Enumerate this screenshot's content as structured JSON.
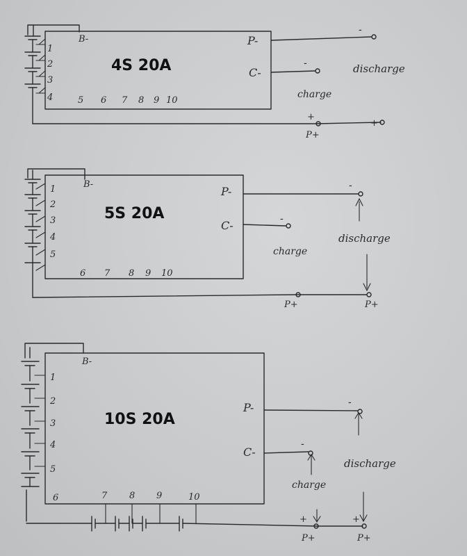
{
  "diagrams": [
    {
      "title": "4S 20A",
      "b_label": "B-",
      "p_minus_label": "P-",
      "c_minus_label": "C-",
      "cell_numbers": [
        "1",
        "2",
        "3",
        "4"
      ],
      "pad_numbers": [
        "5",
        "6",
        "7",
        "8",
        "9",
        "10"
      ],
      "discharge_label": "discharge",
      "charge_label": "charge",
      "minus_sign": "-",
      "plus_sign": "+",
      "p_plus_label": "P+"
    },
    {
      "title": "5S 20A",
      "b_label": "B-",
      "p_minus_label": "P-",
      "c_minus_label": "C-",
      "cell_numbers": [
        "1",
        "2",
        "3",
        "4",
        "5"
      ],
      "pad_numbers": [
        "6",
        "7",
        "8",
        "9",
        "10"
      ],
      "discharge_label": "discharge",
      "charge_label": "charge",
      "minus_sign": "-",
      "p_plus_label": "P+"
    },
    {
      "title": "10S 20A",
      "b_label": "B-",
      "p_minus_label": "P-",
      "c_minus_label": "C-",
      "cell_numbers": [
        "1",
        "2",
        "3",
        "4",
        "5"
      ],
      "pad_numbers": [
        "6",
        "7",
        "8",
        "9",
        "10"
      ],
      "discharge_label": "discharge",
      "charge_label": "charge",
      "minus_sign": "-",
      "plus_sign": "+",
      "p_plus_label": "P+"
    }
  ]
}
